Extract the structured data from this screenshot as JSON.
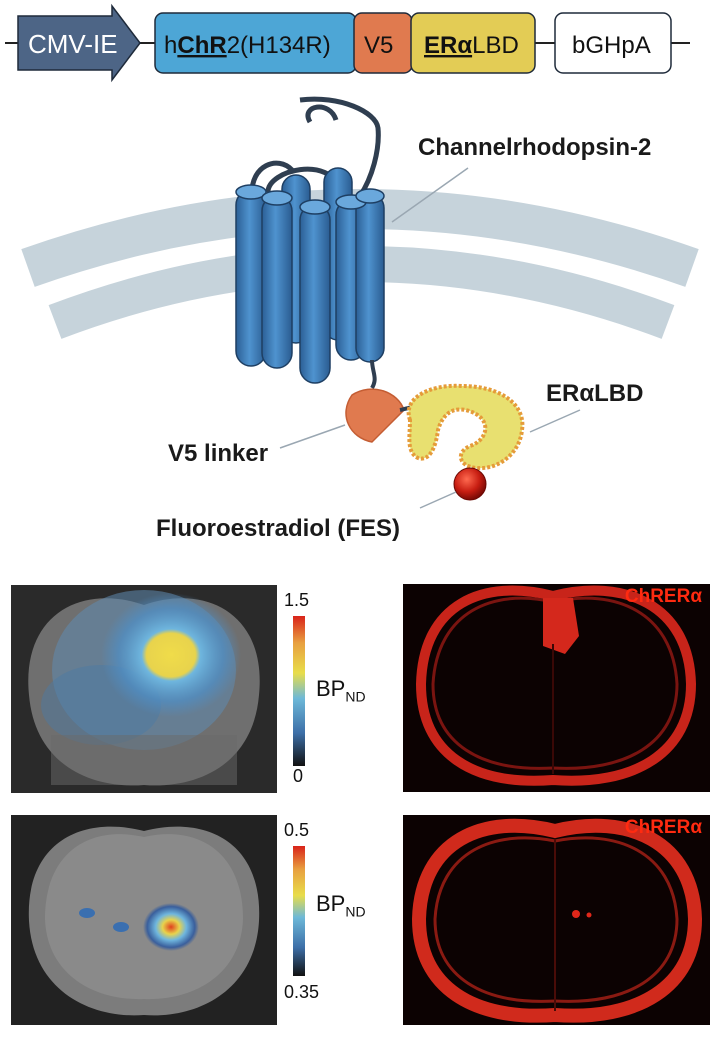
{
  "construct": {
    "promoter": "CMV-IE",
    "chr_prefix": "h",
    "chr_bold": "ChR",
    "chr_suffix": "2(H134R)",
    "v5": "V5",
    "er_bold": "ERα",
    "er_suffix": "LBD",
    "polya": "bGHpA"
  },
  "labels": {
    "channelrhodopsin": "Channelrhodopsin-2",
    "eralbd": "ERαLBD",
    "v5_linker": "V5 linker",
    "fes": "Fluoroestradiol (FES)"
  },
  "panels": {
    "pet1": {
      "cbar_max": "1.5",
      "cbar_min": "0",
      "bp_main": "BP",
      "bp_sub": "ND"
    },
    "pet2": {
      "cbar_max": "0.5",
      "cbar_min": "0.35",
      "bp_main": "BP",
      "bp_sub": "ND"
    },
    "hist1": {
      "label": "ChRERα"
    },
    "hist2": {
      "label": "ChRERα"
    }
  },
  "colors": {
    "promoter": "#4d6586",
    "chr": "#4da6d6",
    "v5": "#e07a4f",
    "er": "#e3cc55",
    "helix": "#3a78b7",
    "membrane": "#c6d3db",
    "histology_red": "#e0271a"
  }
}
